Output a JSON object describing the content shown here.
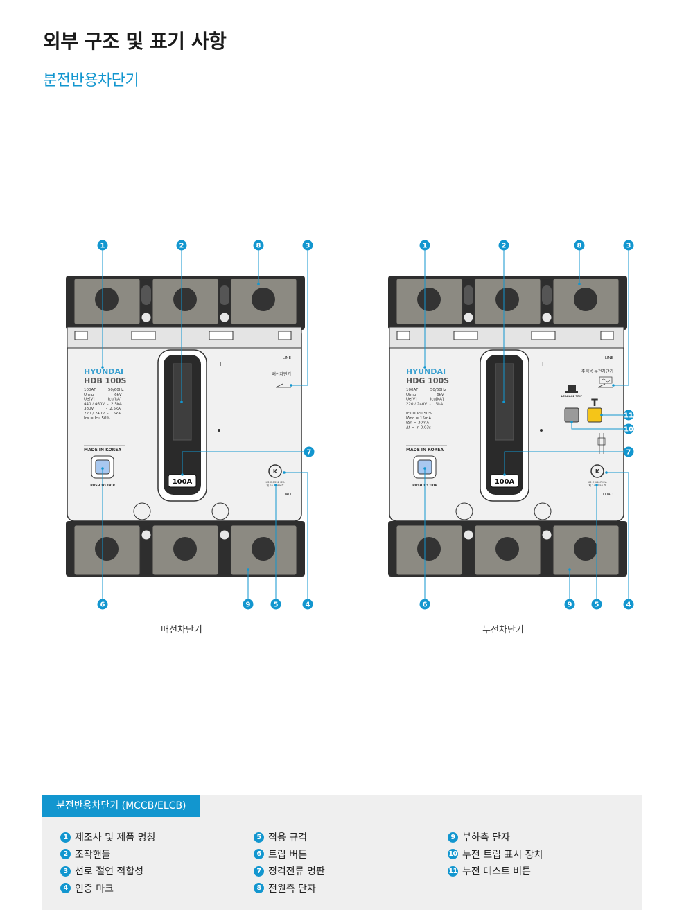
{
  "page_title": "외부 구조 및 표기 사항",
  "subtitle": "분전반용차단기",
  "figures": [
    {
      "caption": "배선차단기",
      "brand": "HYUNDAI",
      "model": "HDB 100S",
      "spec_lines": [
        "100AF          50/60Hz",
        "Uimp                 6kV",
        "Ue[V]           Icu[kA]",
        "440 / 460V  -  2.5kA",
        "380V          -  2.5kA",
        "220 / 240V  -    5kA",
        "Ics = Icu 50%"
      ],
      "made_in": "MADE IN KOREA",
      "push_label": "PUSH TO TRIP",
      "rating": "100A",
      "line_label": "LINE",
      "load_label": "LOAD",
      "on_mark": "I",
      "type_label": "배선차단기",
      "cert_code_1": "KS C 8332 IEA",
      "cert_code_2": "제 05-6689 호"
    },
    {
      "caption": "누전차단기",
      "brand": "HYUNDAI",
      "model": "HDG 100S",
      "spec_lines": [
        "100AF          50/60Hz",
        "Uimp                 6kV",
        "Ue[V]           Icu[kA]",
        "220 / 240V  -    5kA",
        "",
        "Ics = Icu 50%",
        "IΔnc = 15mA",
        "IΔn = 30mA",
        "Δt = in 0.03s"
      ],
      "made_in": "MADE IN KOREA",
      "push_label": "PUSH TO TRIP",
      "rating": "100A",
      "line_label": "LINE",
      "load_label": "LOAD",
      "on_mark": "I",
      "type_label": "주택용 누전차단기",
      "leakage_label": "LEAKAGE TRIP",
      "test_label": "T",
      "cert_code_1": "KS C 4607 IEA",
      "cert_code_2": "제 14-0158 호"
    }
  ],
  "legend": {
    "title": "분전반용차단기 (MCCB/ELCB)",
    "items": [
      {
        "num": "1",
        "label": "제조사 및 제품 명칭"
      },
      {
        "num": "2",
        "label": "조작핸들"
      },
      {
        "num": "3",
        "label": "선로 절연 적합성"
      },
      {
        "num": "4",
        "label": "인증 마크"
      },
      {
        "num": "5",
        "label": "적용 규격"
      },
      {
        "num": "6",
        "label": "트립 버튼"
      },
      {
        "num": "7",
        "label": "정격전류 명판"
      },
      {
        "num": "8",
        "label": "전원측 단자"
      },
      {
        "num": "9",
        "label": "부하측 단자"
      },
      {
        "num": "10",
        "label": "누전 트립 표시 장치"
      },
      {
        "num": "11",
        "label": "누전 테스트 버튼"
      }
    ]
  },
  "colors": {
    "accent": "#1296cf",
    "test_button": "#f5c518",
    "leak_indicator": "#9a9a9a",
    "trip_button": "#a8c8f0"
  }
}
